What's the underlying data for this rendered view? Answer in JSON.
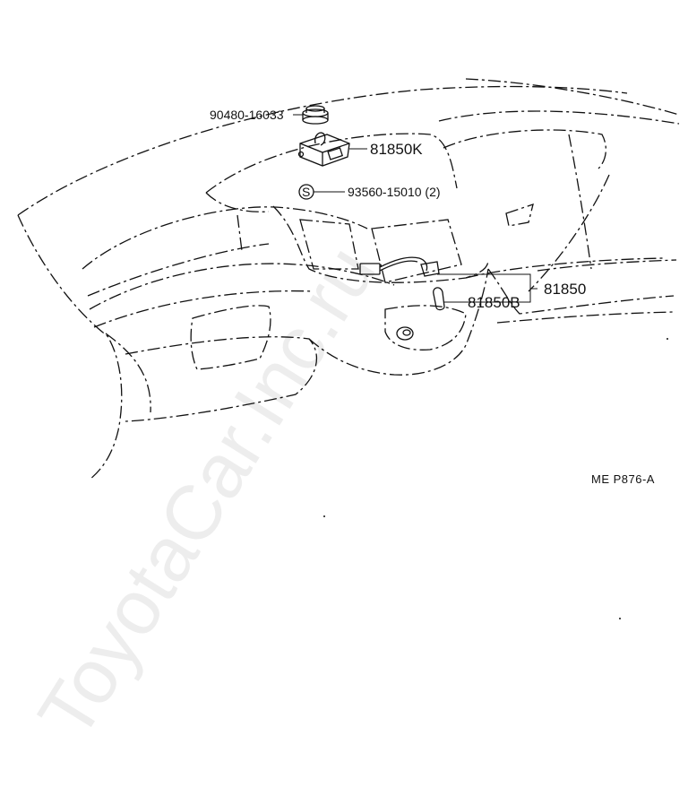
{
  "diagram": {
    "parts": [
      {
        "id": "grommet",
        "number": "90480-16033"
      },
      {
        "id": "sensor",
        "number": "81850K"
      },
      {
        "id": "screw",
        "number": "93560-15010 (2)",
        "symbol": "S"
      },
      {
        "id": "lamp-assembly",
        "number": "81850"
      },
      {
        "id": "bulb",
        "number": "81850B"
      }
    ],
    "reference_code": "ME  P876-A",
    "watermark": "ToyotaCar.Inc.ru"
  }
}
